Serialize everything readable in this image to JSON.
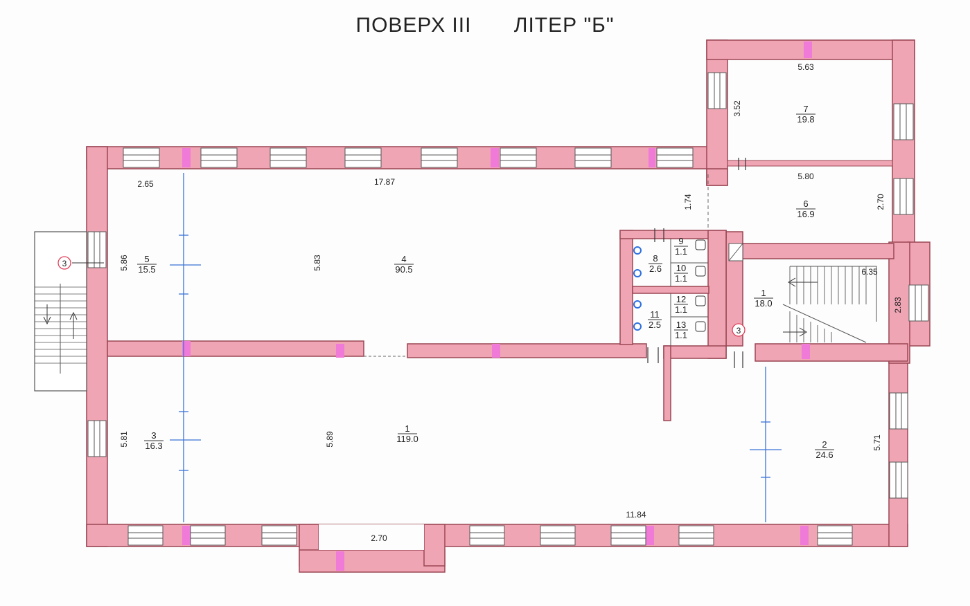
{
  "title": {
    "floor": "ПОВЕРХ  III",
    "letter": "ЛІТЕР \"Б\""
  },
  "colors": {
    "wall": "#f0a5b4",
    "wall_edge": "#9a4655",
    "column": "#f07ad8",
    "axis": "#3b73d6",
    "marker": "#e0405a",
    "fixture": "#2b6ee0"
  },
  "rooms": [
    {
      "number": "1",
      "area": "119.0"
    },
    {
      "number": "2",
      "area": "24.6"
    },
    {
      "number": "3",
      "area": "16.3"
    },
    {
      "number": "4",
      "area": "90.5"
    },
    {
      "number": "5",
      "area": "15.5"
    },
    {
      "number": "6",
      "area": "16.9"
    },
    {
      "number": "7",
      "area": "19.8"
    },
    {
      "number": "8",
      "area": "2.6"
    },
    {
      "number": "9",
      "area": "1.1"
    },
    {
      "number": "10",
      "area": "1.1"
    },
    {
      "number": "11",
      "area": "2.5"
    },
    {
      "number": "12",
      "area": "1.1"
    },
    {
      "number": "13",
      "area": "1.1"
    },
    {
      "number": "1",
      "area": "18.0"
    }
  ],
  "dimensions": [
    "2.65",
    "17.87",
    "5.63",
    "3.52",
    "5.80",
    "1.74",
    "2.70",
    "5.86",
    "5.83",
    "6.35",
    "2.83",
    "5.81",
    "5.89",
    "5.71",
    "11.84",
    "2.70"
  ],
  "entrance_marker": "3"
}
